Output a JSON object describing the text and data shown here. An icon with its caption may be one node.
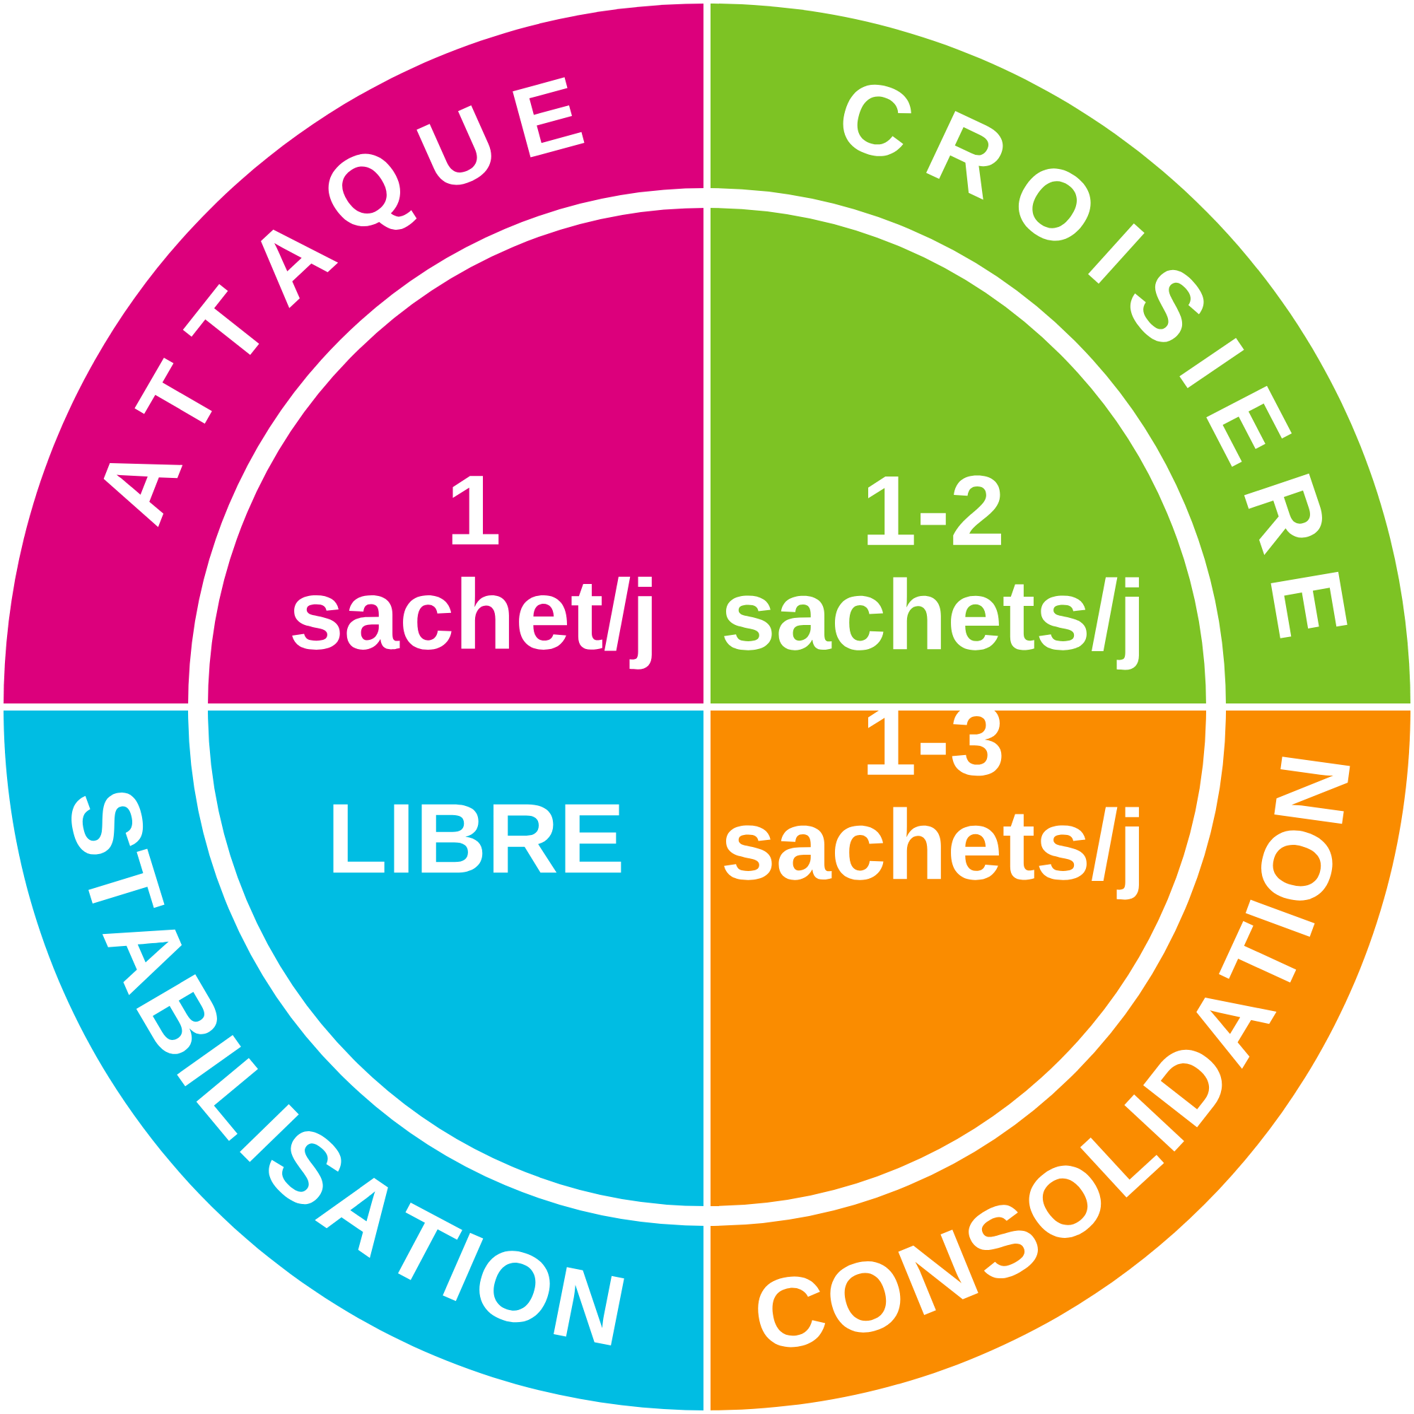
{
  "diagram": {
    "nodes": [
      {
        "text": [
          "ATTAQUE"
        ]
      },
      {
        "text": [
          "CROISIERE"
        ]
      },
      {
        "text": [
          "STABILISATION"
        ]
      },
      {
        "text": [
          "CONSOLIDATION"
        ]
      },
      {
        "text": [
          "1 sachet/j"
        ],
        "in": 0
      },
      {
        "text": [
          "1-2 sachets/j"
        ],
        "in": 1
      },
      {
        "text": [
          "LIBRE"
        ],
        "in": 2
      },
      {
        "text": [
          "1-3 sachets/j"
        ],
        "in": 3
      }
    ]
  }
}
